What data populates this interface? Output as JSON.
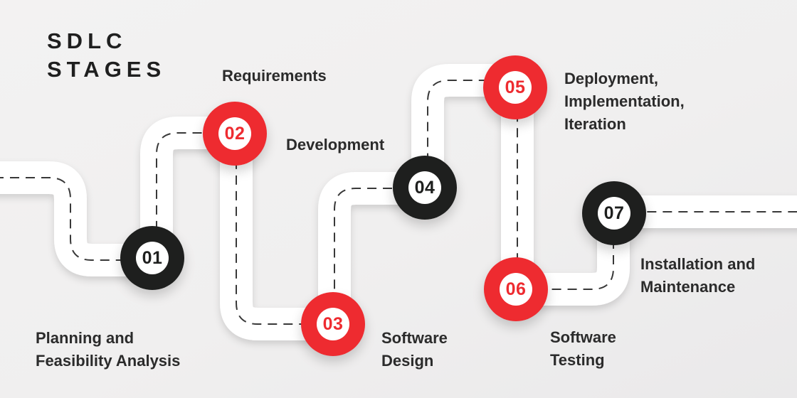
{
  "title": {
    "text": "SDLC\nSTAGES"
  },
  "colors": {
    "accent-red": "#EE2B30",
    "circle-black": "#1E1F1E",
    "background": "#F0EFEF",
    "background-top": "#F3F2F2",
    "background-bottom": "#EAE9EA",
    "road": "#FFFFFF",
    "dash": "#383838",
    "title-text": "#1F1F1F",
    "label-text": "#2B2B2B"
  },
  "stages": [
    {
      "number": "01",
      "label": "Planning and\nFeasibility Analysis",
      "color": "black"
    },
    {
      "number": "02",
      "label": "Requirements",
      "color": "red"
    },
    {
      "number": "03",
      "label": "Software\nDesign",
      "color": "red"
    },
    {
      "number": "04",
      "label": "Development",
      "color": "black"
    },
    {
      "number": "05",
      "label": "Deployment,\nImplementation,\nIteration",
      "color": "red"
    },
    {
      "number": "06",
      "label": "Software\nTesting",
      "color": "red"
    },
    {
      "number": "07",
      "label": "Installation and\nMaintenance",
      "color": "black"
    }
  ]
}
